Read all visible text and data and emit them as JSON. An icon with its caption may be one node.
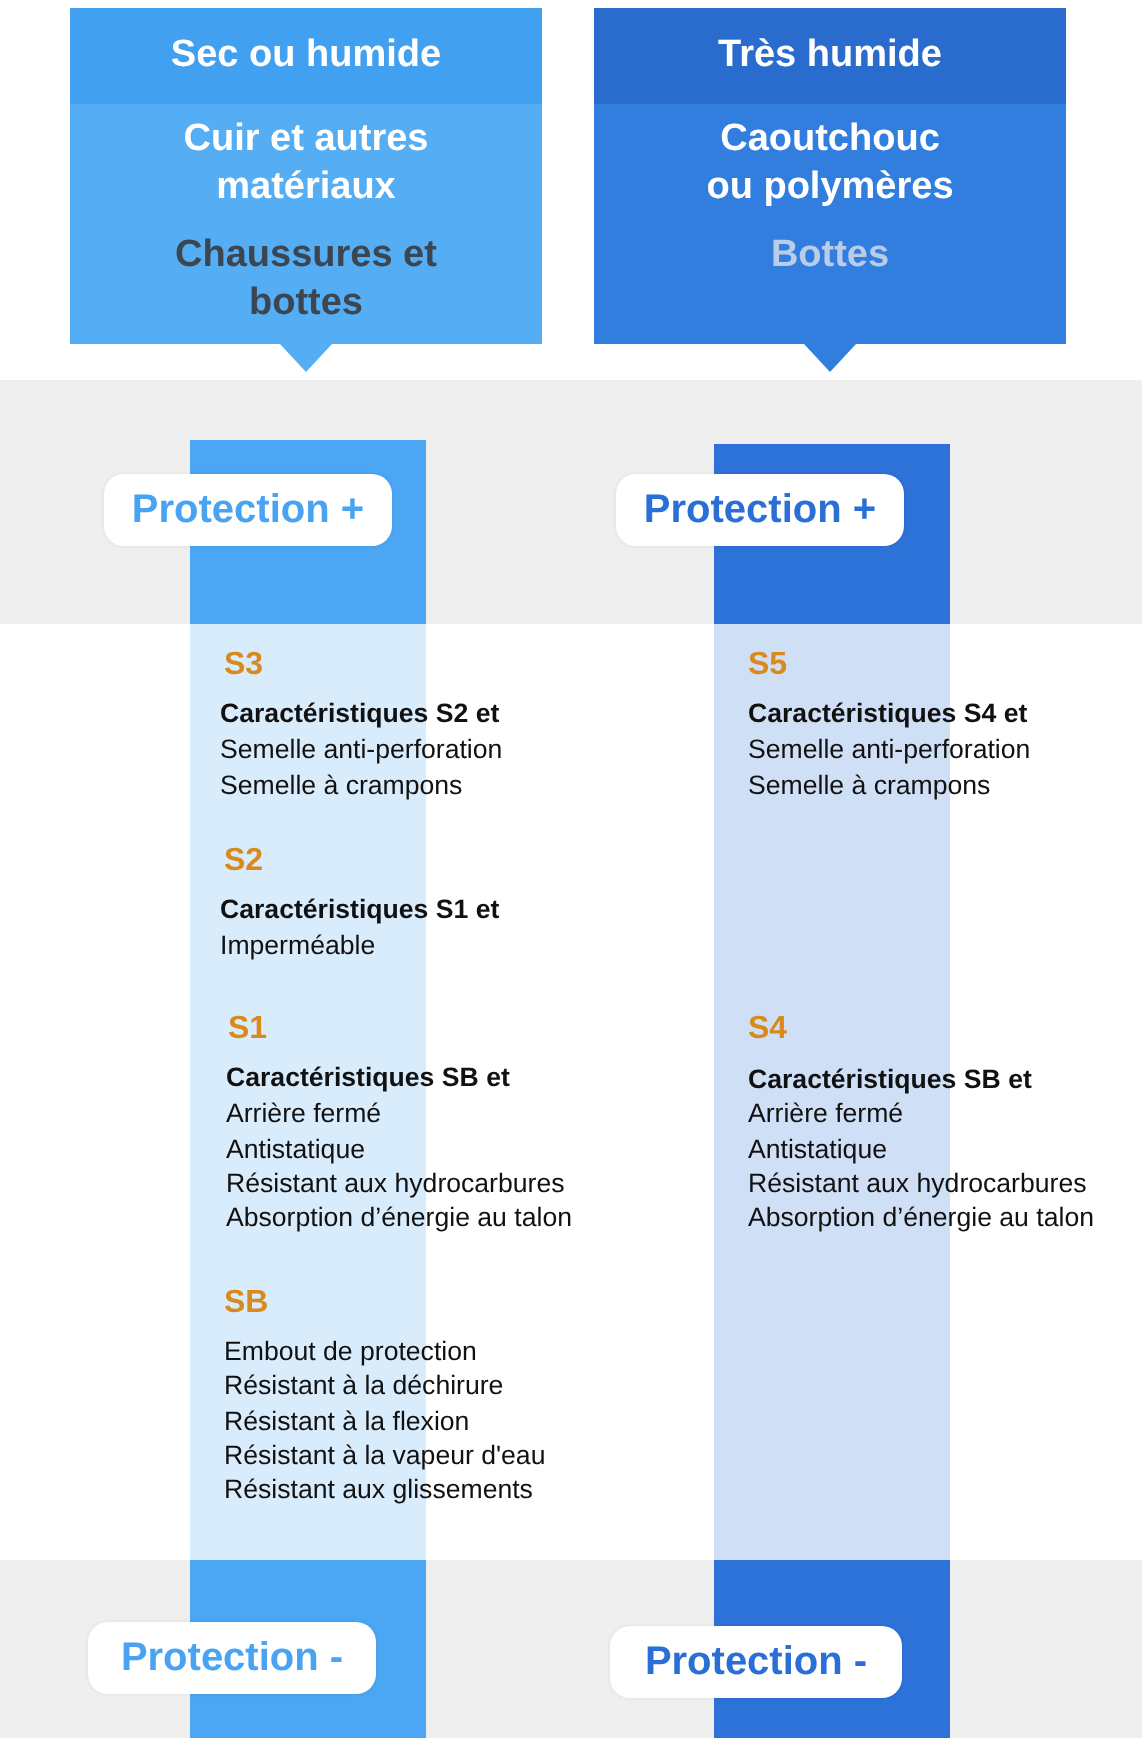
{
  "diagram": {
    "nodes": [
      {
        "text": [
          "Sec ou humide",
          "Cuir et autres matériaux",
          "Chaussures et bottes"
        ]
      },
      {
        "text": [
          "Très humide",
          "Caoutchouc ou polymères",
          "Bottes"
        ]
      },
      {
        "text": [
          "Protection +"
        ]
      },
      {
        "text": [
          "Protection +"
        ]
      },
      {
        "text": [
          "Protection -"
        ]
      },
      {
        "text": [
          "Protection -"
        ]
      }
    ],
    "edges": [],
    "labels": [
      "S3",
      "Caractéristiques S2 et",
      "Semelle anti-perforation",
      "Semelle à crampons",
      "S5",
      "Caractéristiques S4 et",
      "Semelle anti-perforation",
      "Semelle à crampons",
      "S2",
      "Caractéristiques S1 et",
      "Imperméable",
      "S1",
      "Caractéristiques SB et",
      "Arrière fermé",
      "Antistatique",
      "Résistant aux hydrocarbures",
      "Absorption d’énergie au talon",
      "S4",
      "Caractéristiques SB et",
      "Arrière fermé",
      "Antistatique",
      "Résistant aux hydrocarbures",
      "Absorption d’énergie au talon",
      "SB",
      "Embout de protection",
      "Résistant à la déchirure",
      "Résistant à la flexion",
      "Résistant à la vapeur d'eau",
      "Résistant aux glissements"
    ]
  }
}
